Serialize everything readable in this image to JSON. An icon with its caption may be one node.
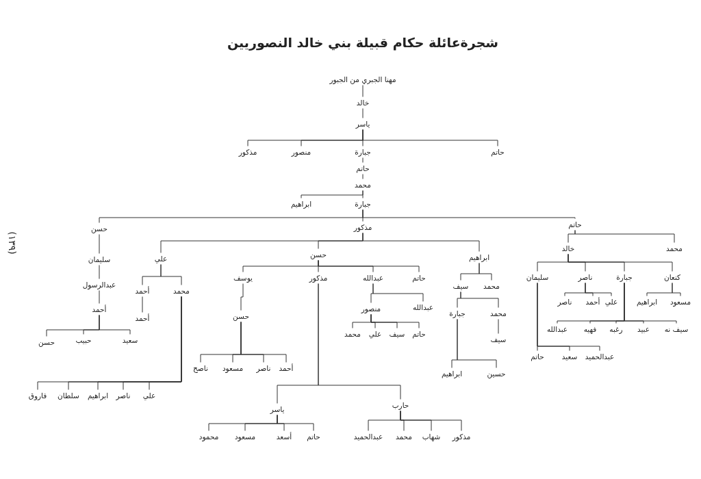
{
  "diagram": {
    "title": "شجرةعائلة حكام قبيلة بني خالد النصوريين",
    "nodes": [
      {
        "text": [
          "مهنا الجبري من الجبور"
        ]
      },
      {
        "text": [
          "خالد"
        ]
      },
      {
        "text": [
          "ياسر"
        ]
      },
      {
        "text": [
          "مذكور"
        ]
      },
      {
        "text": [
          "منصور"
        ]
      },
      {
        "text": [
          "جبارة"
        ]
      },
      {
        "text": [
          "حاتم"
        ]
      },
      {
        "text": [
          "حاتم"
        ]
      },
      {
        "text": [
          "محمد"
        ]
      },
      {
        "text": [
          "ابراهيم"
        ]
      },
      {
        "text": [
          "جبارة"
        ]
      },
      {
        "text": [
          "حسن"
        ]
      },
      {
        "text": [
          "مذكور"
        ]
      },
      {
        "text": [
          "حاتم"
        ]
      },
      {
        "text": [
          "علي"
        ]
      },
      {
        "text": [
          "حسن"
        ]
      },
      {
        "text": [
          "ابراهيم"
        ]
      },
      {
        "text": [
          "خالد"
        ]
      },
      {
        "text": [
          "محمد"
        ]
      },
      {
        "text": [
          "سليمان"
        ]
      },
      {
        "text": [
          "عبدالرسول"
        ]
      },
      {
        "text": [
          "أحمد"
        ]
      },
      {
        "text": [
          "سعيد"
        ]
      },
      {
        "text": [
          "حبيب"
        ]
      },
      {
        "text": [
          "حسن"
        ]
      },
      {
        "text": [
          "أحمد"
        ]
      },
      {
        "text": [
          "محمد"
        ]
      },
      {
        "text": [
          "أحمد"
        ]
      },
      {
        "text": [
          "علي"
        ]
      },
      {
        "text": [
          "ناصر"
        ]
      },
      {
        "text": [
          "ابراهيم"
        ]
      },
      {
        "text": [
          "سلطان"
        ]
      },
      {
        "text": [
          "فاروق"
        ]
      },
      {
        "text": [
          "يوسف"
        ]
      },
      {
        "text": [
          "مذكور"
        ]
      },
      {
        "text": [
          "عبدالله"
        ]
      },
      {
        "text": [
          "حاتم"
        ]
      },
      {
        "text": [
          "حسن"
        ]
      },
      {
        "text": [
          "أحمد"
        ]
      },
      {
        "text": [
          "ناصر"
        ]
      },
      {
        "text": [
          "مسعود"
        ]
      },
      {
        "text": [
          "ناصح"
        ]
      },
      {
        "text": [
          "ياسر"
        ]
      },
      {
        "text": [
          "حارب"
        ]
      },
      {
        "text": [
          "حاتم"
        ]
      },
      {
        "text": [
          "أسعد"
        ]
      },
      {
        "text": [
          "مسعود"
        ]
      },
      {
        "text": [
          "محمود"
        ]
      },
      {
        "text": [
          "مذكور"
        ]
      },
      {
        "text": [
          "شهاب"
        ]
      },
      {
        "text": [
          "محمد"
        ]
      },
      {
        "text": [
          "عبدالحميد"
        ]
      },
      {
        "text": [
          "منصور"
        ]
      },
      {
        "text": [
          "عبدالله"
        ]
      },
      {
        "text": [
          "حاتم"
        ]
      },
      {
        "text": [
          "سيف"
        ]
      },
      {
        "text": [
          "علي"
        ]
      },
      {
        "text": [
          "محمد"
        ]
      },
      {
        "text": [
          "سيف"
        ]
      },
      {
        "text": [
          "محمد"
        ]
      },
      {
        "text": [
          "جبارة"
        ]
      },
      {
        "text": [
          "محمد"
        ]
      },
      {
        "text": [
          "سيف"
        ]
      },
      {
        "text": [
          "ابراهيم"
        ]
      },
      {
        "text": [
          "حسين"
        ]
      },
      {
        "text": [
          "سليمان"
        ]
      },
      {
        "text": [
          "ناصر"
        ]
      },
      {
        "text": [
          "جبارة"
        ]
      },
      {
        "text": [
          "كنعان"
        ]
      },
      {
        "text": [
          "علي"
        ]
      },
      {
        "text": [
          "أحمد"
        ]
      },
      {
        "text": [
          "ناصر"
        ]
      },
      {
        "text": [
          "مسعود"
        ]
      },
      {
        "text": [
          "ابراهيم"
        ]
      },
      {
        "text": [
          "سيف نه"
        ]
      },
      {
        "text": [
          "عبيد"
        ]
      },
      {
        "text": [
          "رغبه"
        ]
      },
      {
        "text": [
          "فهيه"
        ]
      },
      {
        "text": [
          "عبدالله"
        ]
      },
      {
        "text": [
          "حاتم"
        ]
      },
      {
        "text": [
          "سعيد"
        ]
      },
      {
        "text": [
          "عبدالحميد"
        ]
      }
    ],
    "edges": [
      {
        "from": 0,
        "to": 1,
        "arrow": "none"
      },
      {
        "from": 1,
        "to": 2,
        "arrow": "none"
      },
      {
        "from": 2,
        "to": 3,
        "arrow": "none"
      },
      {
        "from": 2,
        "to": 4,
        "arrow": "none"
      },
      {
        "from": 2,
        "to": 5,
        "arrow": "none"
      },
      {
        "from": 2,
        "to": 6,
        "arrow": "none"
      },
      {
        "from": 5,
        "to": 7,
        "arrow": "none"
      },
      {
        "from": 7,
        "to": 8,
        "arrow": "none"
      },
      {
        "from": 8,
        "to": 9,
        "arrow": "none"
      },
      {
        "from": 8,
        "to": 10,
        "arrow": "none"
      },
      {
        "from": 10,
        "to": 11,
        "arrow": "none"
      },
      {
        "from": 10,
        "to": 12,
        "arrow": "none"
      },
      {
        "from": 10,
        "to": 13,
        "arrow": "none"
      },
      {
        "from": 12,
        "to": 14,
        "arrow": "none"
      },
      {
        "from": 12,
        "to": 15,
        "arrow": "none"
      },
      {
        "from": 12,
        "to": 16,
        "arrow": "none"
      },
      {
        "from": 13,
        "to": 17,
        "arrow": "none"
      },
      {
        "from": 13,
        "to": 18,
        "arrow": "none"
      },
      {
        "from": 11,
        "to": 19,
        "arrow": "none"
      },
      {
        "from": 19,
        "to": 20,
        "arrow": "none"
      },
      {
        "from": 20,
        "to": 21,
        "arrow": "none"
      },
      {
        "from": 21,
        "to": 22,
        "arrow": "none"
      },
      {
        "from": 21,
        "to": 23,
        "arrow": "none"
      },
      {
        "from": 21,
        "to": 24,
        "arrow": "none"
      },
      {
        "from": 14,
        "to": 25,
        "arrow": "none"
      },
      {
        "from": 14,
        "to": 26,
        "arrow": "none"
      },
      {
        "from": 25,
        "to": 27,
        "arrow": "none"
      },
      {
        "from": 26,
        "to": 28,
        "arrow": "none"
      },
      {
        "from": 26,
        "to": 29,
        "arrow": "none"
      },
      {
        "from": 26,
        "to": 30,
        "arrow": "none"
      },
      {
        "from": 26,
        "to": 31,
        "arrow": "none"
      },
      {
        "from": 26,
        "to": 32,
        "arrow": "none"
      },
      {
        "from": 15,
        "to": 33,
        "arrow": "none"
      },
      {
        "from": 15,
        "to": 34,
        "arrow": "none"
      },
      {
        "from": 15,
        "to": 35,
        "arrow": "none"
      },
      {
        "from": 15,
        "to": 36,
        "arrow": "none"
      },
      {
        "from": 33,
        "to": 37,
        "arrow": "none"
      },
      {
        "from": 37,
        "to": 38,
        "arrow": "none"
      },
      {
        "from": 37,
        "to": 39,
        "arrow": "none"
      },
      {
        "from": 37,
        "to": 40,
        "arrow": "none"
      },
      {
        "from": 37,
        "to": 41,
        "arrow": "none"
      },
      {
        "from": 34,
        "to": 42,
        "arrow": "none"
      },
      {
        "from": 34,
        "to": 43,
        "arrow": "none"
      },
      {
        "from": 42,
        "to": 44,
        "arrow": "none"
      },
      {
        "from": 42,
        "to": 45,
        "arrow": "none"
      },
      {
        "from": 42,
        "to": 46,
        "arrow": "none"
      },
      {
        "from": 42,
        "to": 47,
        "arrow": "none"
      },
      {
        "from": 43,
        "to": 48,
        "arrow": "none"
      },
      {
        "from": 43,
        "to": 49,
        "arrow": "none"
      },
      {
        "from": 43,
        "to": 50,
        "arrow": "none"
      },
      {
        "from": 43,
        "to": 51,
        "arrow": "none"
      },
      {
        "from": 35,
        "to": 52,
        "arrow": "none"
      },
      {
        "from": 35,
        "to": 53,
        "arrow": "none"
      },
      {
        "from": 52,
        "to": 54,
        "arrow": "none"
      },
      {
        "from": 52,
        "to": 55,
        "arrow": "none"
      },
      {
        "from": 52,
        "to": 56,
        "arrow": "none"
      },
      {
        "from": 52,
        "to": 57,
        "arrow": "none"
      },
      {
        "from": 16,
        "to": 58,
        "arrow": "none"
      },
      {
        "from": 16,
        "to": 59,
        "arrow": "none"
      },
      {
        "from": 58,
        "to": 60,
        "arrow": "none"
      },
      {
        "from": 58,
        "to": 61,
        "arrow": "none"
      },
      {
        "from": 61,
        "to": 62,
        "arrow": "none"
      },
      {
        "from": 60,
        "to": 63,
        "arrow": "none"
      },
      {
        "from": 60,
        "to": 64,
        "arrow": "none"
      },
      {
        "from": 17,
        "to": 65,
        "arrow": "none"
      },
      {
        "from": 17,
        "to": 66,
        "arrow": "none"
      },
      {
        "from": 17,
        "to": 67,
        "arrow": "none"
      },
      {
        "from": 17,
        "to": 68,
        "arrow": "none"
      },
      {
        "from": 66,
        "to": 69,
        "arrow": "none"
      },
      {
        "from": 66,
        "to": 70,
        "arrow": "none"
      },
      {
        "from": 66,
        "to": 71,
        "arrow": "none"
      },
      {
        "from": 68,
        "to": 72,
        "arrow": "none"
      },
      {
        "from": 68,
        "to": 73,
        "arrow": "none"
      },
      {
        "from": 67,
        "to": 74,
        "arrow": "none"
      },
      {
        "from": 67,
        "to": 75,
        "arrow": "none"
      },
      {
        "from": 67,
        "to": 76,
        "arrow": "none"
      },
      {
        "from": 67,
        "to": 77,
        "arrow": "none"
      },
      {
        "from": 67,
        "to": 78,
        "arrow": "none"
      },
      {
        "from": 65,
        "to": 79,
        "arrow": "none"
      },
      {
        "from": 65,
        "to": 80,
        "arrow": "none"
      },
      {
        "from": 65,
        "to": 81,
        "arrow": "none"
      }
    ],
    "labels": [
      "(١٣٩)"
    ]
  }
}
